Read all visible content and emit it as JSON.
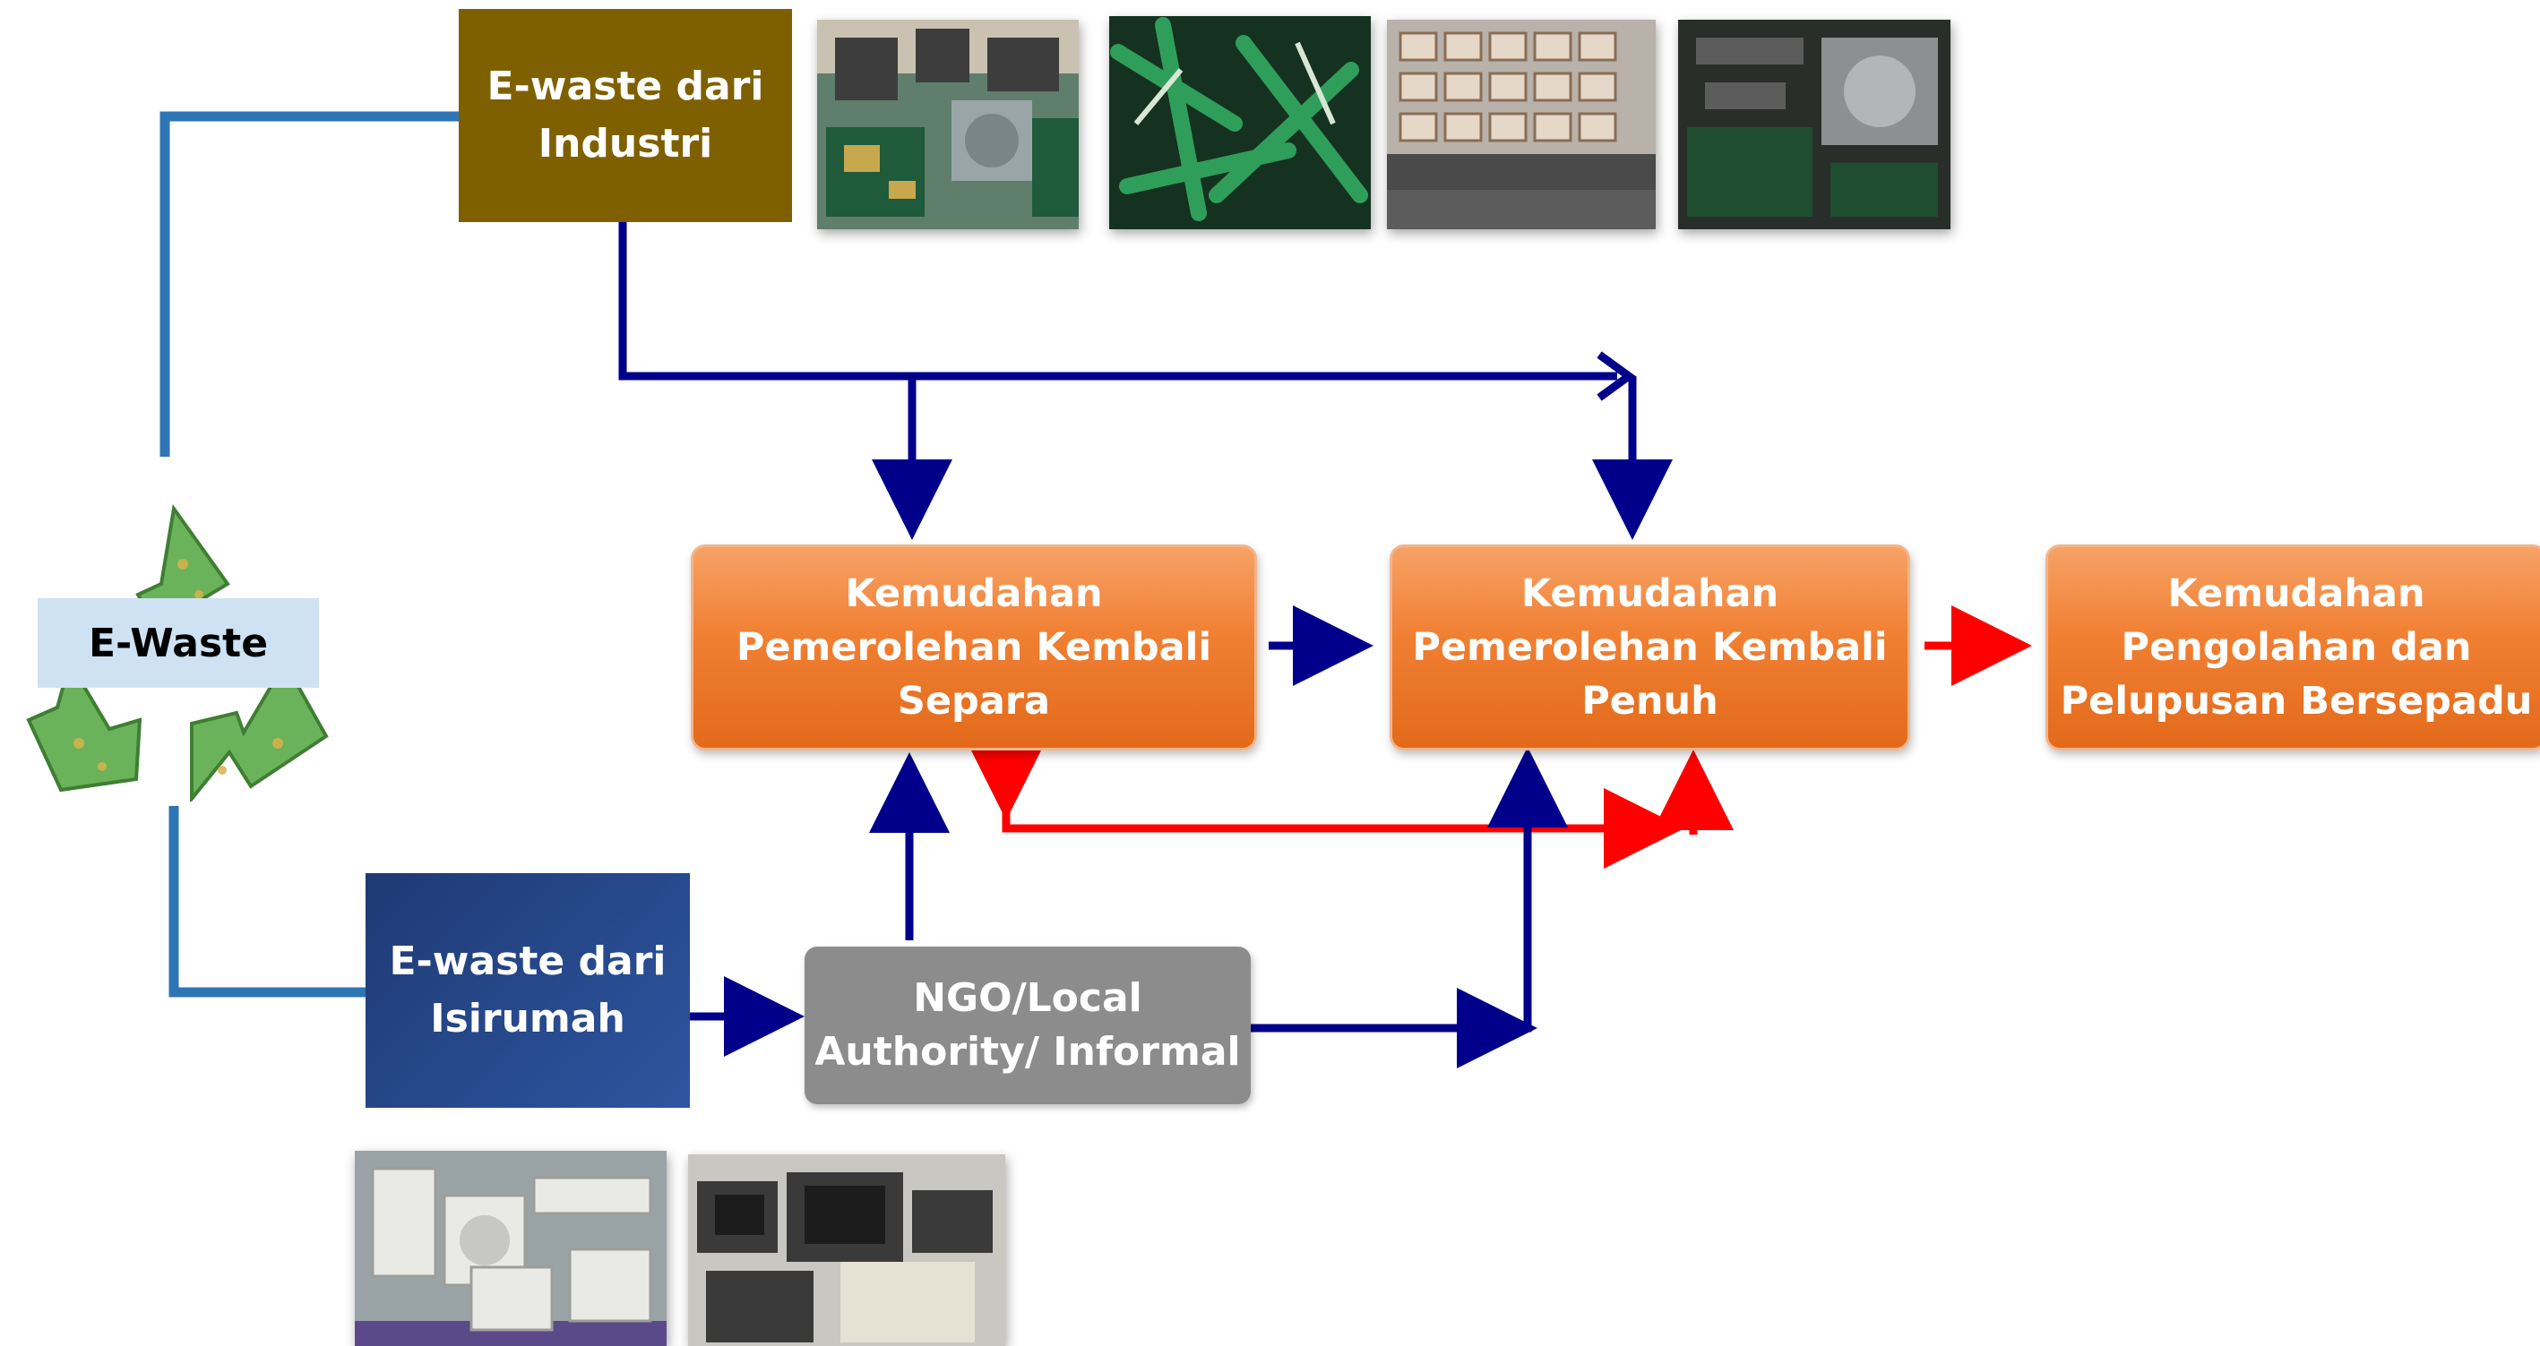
{
  "sources": {
    "industry": {
      "line1": "E-waste dari",
      "line2": "Industri"
    },
    "household": {
      "line1": "E-waste dari",
      "line2": "Isirumah"
    }
  },
  "ewaste_logo": {
    "label": "E-Waste"
  },
  "ngo": {
    "line1": "NGO/Local",
    "line2": "Authority/  Informal"
  },
  "stages": {
    "partial": {
      "line1": "Kemudahan",
      "line2": "Pemerolehan  Kembali",
      "line3": "Separa"
    },
    "full": {
      "line1": "Kemudahan",
      "line2": "Pemerolehan Kembali",
      "line3": "Penuh"
    },
    "integrated": {
      "line1": "Kemudahan",
      "line2": "Pengolahan  dan",
      "line3": "Pelupusan  Bersepadu"
    }
  },
  "colors": {
    "industry_box": "#7f6000",
    "household_box": "#264b8f",
    "ngo_box": "#8c8c8c",
    "stage_box": "#f07f32",
    "source_lines": "#2e75b6",
    "flow_arrows": "#00008b",
    "return_arrows": "#ff0000",
    "logo_label_bg": "#cfe2f3"
  }
}
